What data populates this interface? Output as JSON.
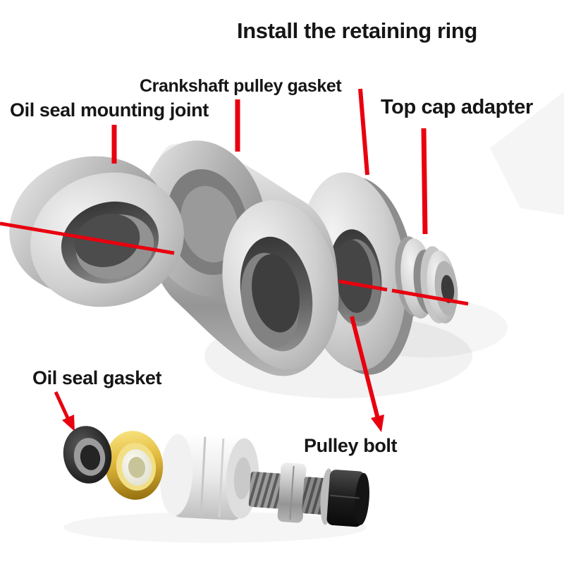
{
  "diagram": {
    "title": "Install the retaining ring",
    "labels": {
      "crankshaft_pulley_gasket": "Crankshaft pulley gasket",
      "oil_seal_mounting_joint": "Oil seal mounting joint",
      "top_cap_adapter": "Top cap adapter",
      "oil_seal_gasket": "Oil seal gasket",
      "pulley_bolt": "Pulley bolt"
    },
    "colors": {
      "annotation_red": "#e8000f",
      "text": "#161616",
      "background": "#ffffff",
      "gold_ring": "#e3bc3f",
      "metal": "#b9b9b9"
    },
    "parts": [
      "oil-seal-mounting-joint-ring",
      "crankshaft-pulley-body",
      "retaining-ring-washer",
      "top-cap-adapter-pulley",
      "oil-seal-black-ring",
      "oil-seal-gasket-gold-ring",
      "spacer-cylinder",
      "pulley-bolt-part"
    ]
  }
}
